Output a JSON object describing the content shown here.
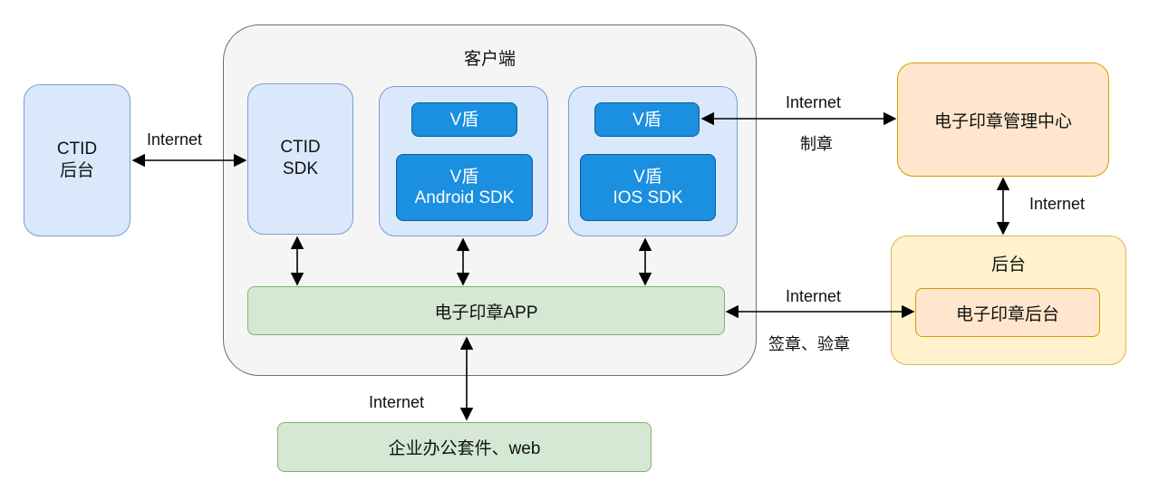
{
  "nodes": {
    "ctid_backend": {
      "line1": "CTID",
      "line2": "后台"
    },
    "client": {
      "title": "客户端"
    },
    "ctid_sdk": {
      "line1": "CTID",
      "line2": "SDK"
    },
    "vshield_android": {
      "top": "V盾",
      "line1": "V盾",
      "line2": "Android SDK"
    },
    "vshield_ios": {
      "top": "V盾",
      "line1": "V盾",
      "line2": "IOS SDK"
    },
    "esign_app": "电子印章APP",
    "office_suite": "企业办公套件、web",
    "mgmt_center": "电子印章管理中心",
    "backend": {
      "title": "后台",
      "inner": "电子印章后台"
    }
  },
  "edges": {
    "ctid_link": "Internet",
    "mgmt_link": {
      "line1": "Internet",
      "line2": "制章"
    },
    "mgmt_backend_link": "Internet",
    "backend_link": {
      "line1": "Internet",
      "line2": "签章、验章"
    },
    "office_link": "Internet"
  }
}
